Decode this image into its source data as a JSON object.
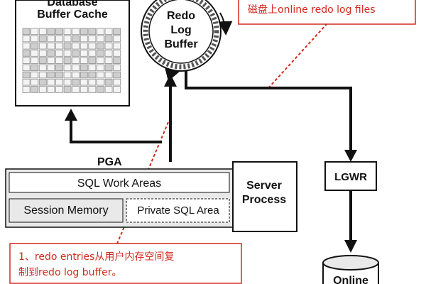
{
  "buffer_cache": {
    "title_line1": "Database",
    "title_line2": "Buffer Cache"
  },
  "redo_buffer": {
    "line1": "Redo",
    "line2": "Log",
    "line3": "Buffer"
  },
  "pga": {
    "label": "PGA",
    "sql_work_areas": "SQL Work Areas",
    "session_memory": "Session Memory",
    "private_sql_area": "Private SQL Area"
  },
  "server_process": {
    "line1": "Server",
    "line2": "Process"
  },
  "lgwr": {
    "label": "LGWR"
  },
  "online_logs": {
    "label": "Online"
  },
  "callouts": {
    "top_right": "磁盘上online redo log files",
    "bottom_line1": "1、redo entries从用户内存空间复",
    "bottom_line2": "制到redo log buffer。"
  },
  "colors": {
    "callout": "#d22a1e",
    "line": "#111111",
    "grid": "#9a9a9a",
    "panel": "#e9e9e9"
  }
}
